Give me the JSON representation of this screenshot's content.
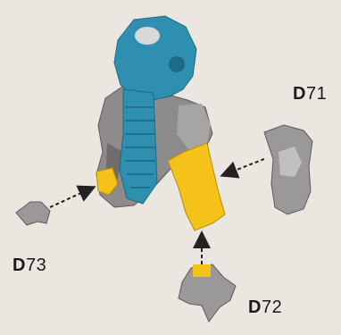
{
  "labels": {
    "d71": {
      "prefix": "D",
      "number": "71"
    },
    "d72": {
      "prefix": "D",
      "number": "72"
    },
    "d73": {
      "prefix": "D",
      "number": "73"
    }
  },
  "colors": {
    "background": "#ebe6df",
    "highlight_blue": "#2f8fb0",
    "highlight_yellow": "#f5c21a",
    "bone_gray": "#9a9898",
    "arrow": "#222222"
  }
}
